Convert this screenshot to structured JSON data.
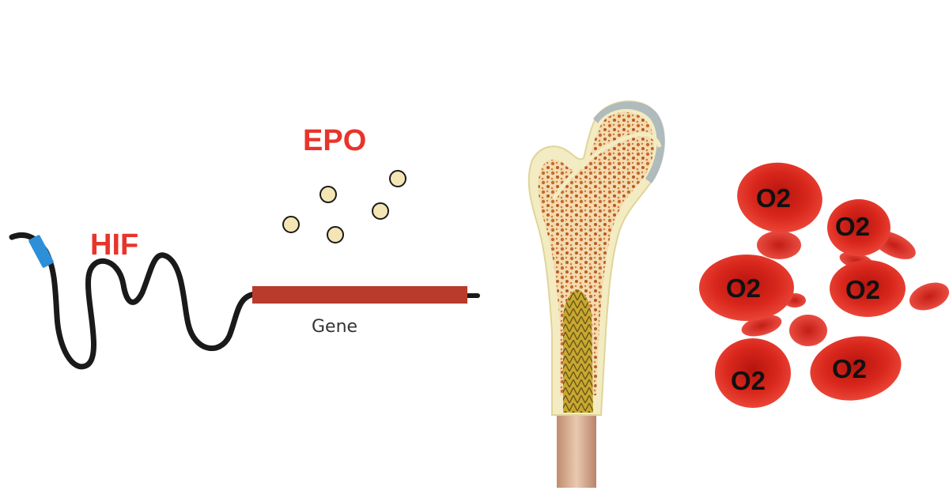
{
  "labels": {
    "hif": "HIF",
    "epo": "EPO",
    "gene": "Gene"
  },
  "cells": {
    "label": "O2"
  },
  "colors": {
    "accent_red": "#e8342a",
    "gene_bar": "#b83b2b",
    "dna_strand": "#1a1a1a",
    "hif_marker": "#2d8fd8",
    "epo_particle": "#f4e6b4",
    "rbc": "#d9271c",
    "bone_cortex": "#f3ecc2",
    "bone_spongy": "#c86a2c",
    "cartilage": "#a9b6bd"
  },
  "icons": [
    "dna-strand",
    "gene-bar",
    "epo-particle",
    "femur-bone",
    "red-blood-cell"
  ]
}
